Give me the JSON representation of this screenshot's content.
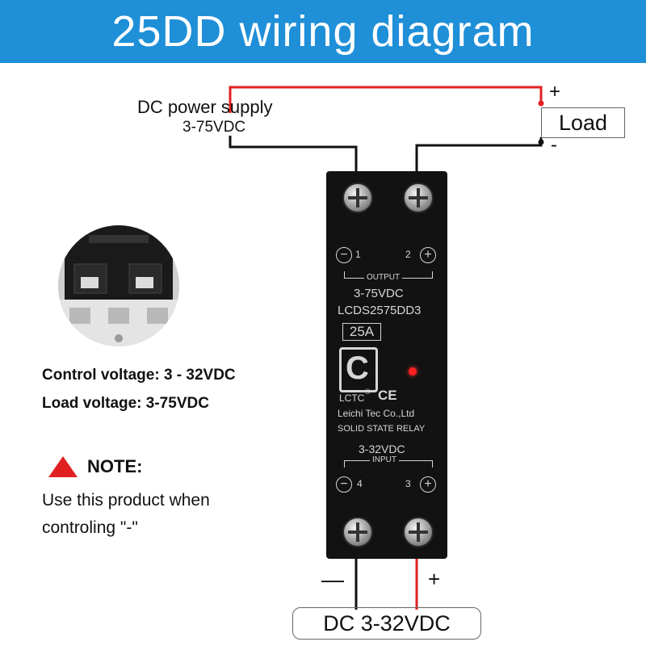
{
  "title": "25DD wiring diagram",
  "power_supply": {
    "label": "DC power supply",
    "voltage": "3-75VDC"
  },
  "load": {
    "label": "Load",
    "plus": "+",
    "minus": "-"
  },
  "specs": {
    "control": "Control voltage: 3 - 32VDC",
    "load": "Load voltage: 3-75VDC"
  },
  "note": {
    "heading": "NOTE:",
    "line1": "Use this product when",
    "line2": "controling \"-\""
  },
  "relay": {
    "output_minus": "−",
    "terminal_1": "1",
    "terminal_2": "2",
    "output_plus": "+",
    "output_label": "OUTPUT",
    "output_voltage": "3-75VDC",
    "model": "LCDS2575DD3",
    "rating": "25A",
    "brand": "LCTC",
    "reg_mark": "®",
    "ce": "CE",
    "company": "Leichi Tec Co.,Ltd",
    "type": "SOLID STATE RELAY",
    "input_voltage": "3-32VDC",
    "input_label": "INPUT",
    "input_minus": "−",
    "terminal_4": "4",
    "terminal_3": "3",
    "input_plus": "+"
  },
  "input_supply": {
    "label": "DC 3-32VDC",
    "minus": "—",
    "plus": "+"
  },
  "colors": {
    "header": "#1f8fd8",
    "positive_wire": "#e02020",
    "negative_wire": "#111111",
    "relay_body": "#121212"
  }
}
